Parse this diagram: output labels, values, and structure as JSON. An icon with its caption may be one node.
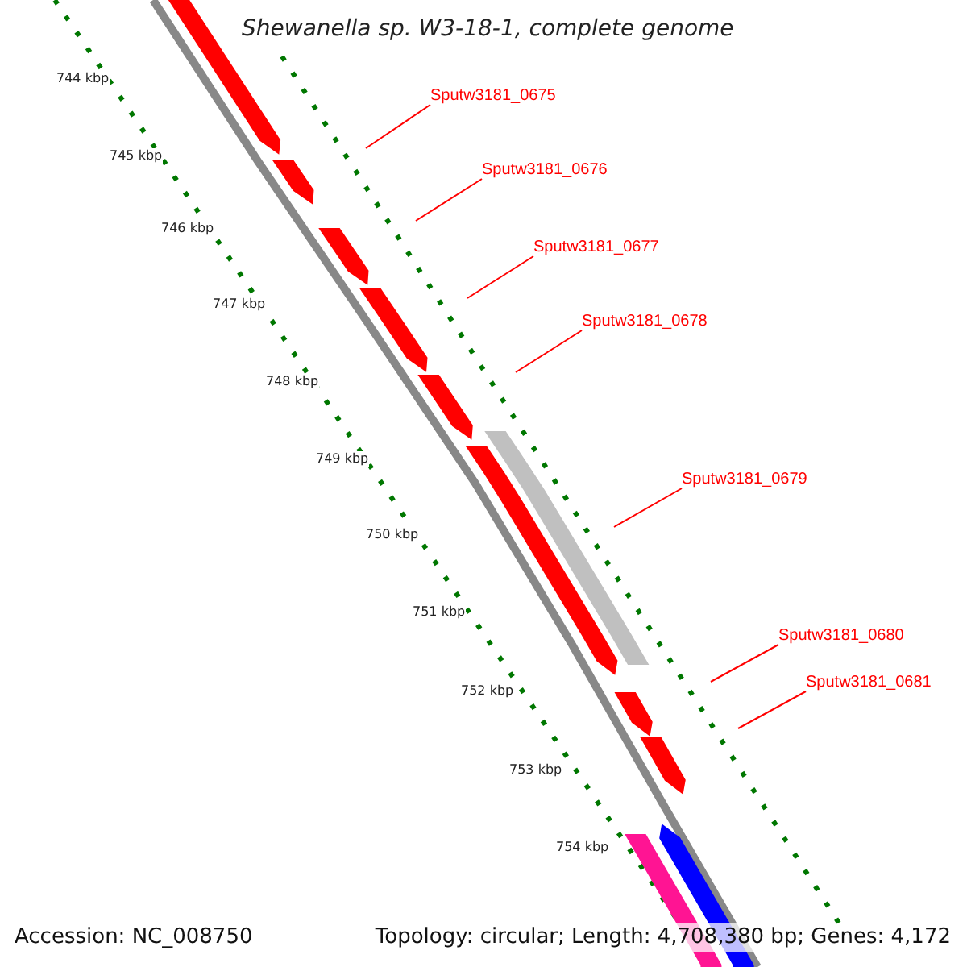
{
  "diagram": {
    "title": "Shewanella sp. W3-18-1, complete genome",
    "nodes": [
      {
        "text": [
          "Sputw3181_0675"
        ]
      },
      {
        "text": [
          "Sputw3181_0676"
        ]
      },
      {
        "text": [
          "Sputw3181_0677"
        ]
      },
      {
        "text": [
          "Sputw3181_0678"
        ]
      },
      {
        "text": [
          "Sputw3181_0679"
        ]
      },
      {
        "text": [
          "Sputw3181_0680"
        ]
      },
      {
        "text": [
          "Sputw3181_0681"
        ]
      }
    ],
    "edges": [
      {
        "from": 0,
        "to": null,
        "arrow": "none"
      },
      {
        "from": 1,
        "to": null,
        "arrow": "none"
      },
      {
        "from": 2,
        "to": null,
        "arrow": "none"
      },
      {
        "from": 3,
        "to": null,
        "arrow": "none"
      },
      {
        "from": 4,
        "to": null,
        "arrow": "none"
      },
      {
        "from": 5,
        "to": null,
        "arrow": "none"
      },
      {
        "from": 6,
        "to": null,
        "arrow": "none"
      }
    ],
    "labels": [
      "744 kbp",
      "745 kbp",
      "746 kbp",
      "747 kbp",
      "748 kbp",
      "749 kbp",
      "750 kbp",
      "751 kbp",
      "752 kbp",
      "753 kbp",
      "754 kbp",
      "Accession: NC_008750",
      "Topology: circular; Length: 4,708,380 bp; Genes: 4,172"
    ]
  }
}
